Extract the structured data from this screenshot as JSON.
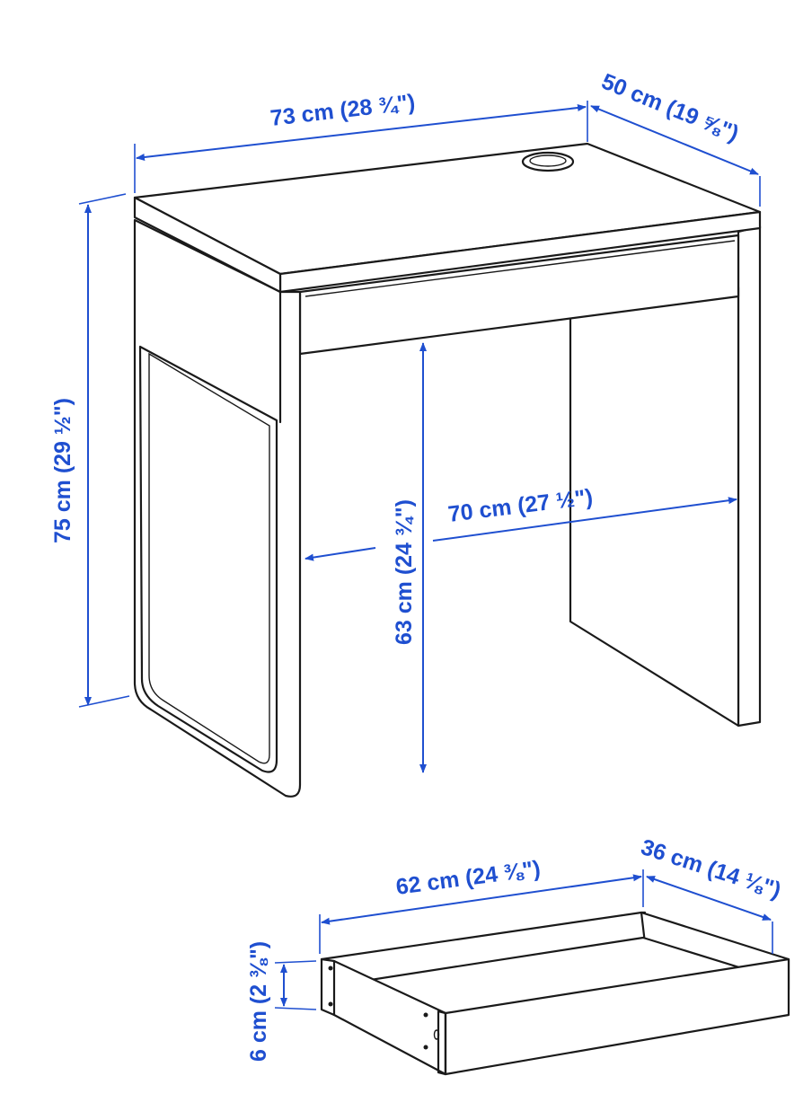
{
  "desk": {
    "width_label": "73 cm (28 ¾\")",
    "depth_label": "50 cm (19 ⅝\")",
    "height_label": "75 cm (29 ½\")",
    "leg_clearance_label": "63 cm (24 ¾\")",
    "inner_width_label": "70 cm (27 ½\")"
  },
  "drawer": {
    "width_label": "62 cm (24 ⅜\")",
    "depth_label": "36 cm (14 ⅛\")",
    "height_label": "6 cm (2 ⅜\")"
  },
  "colors": {
    "dimension": "#1f4fd0",
    "outline": "#1a1a1a"
  }
}
